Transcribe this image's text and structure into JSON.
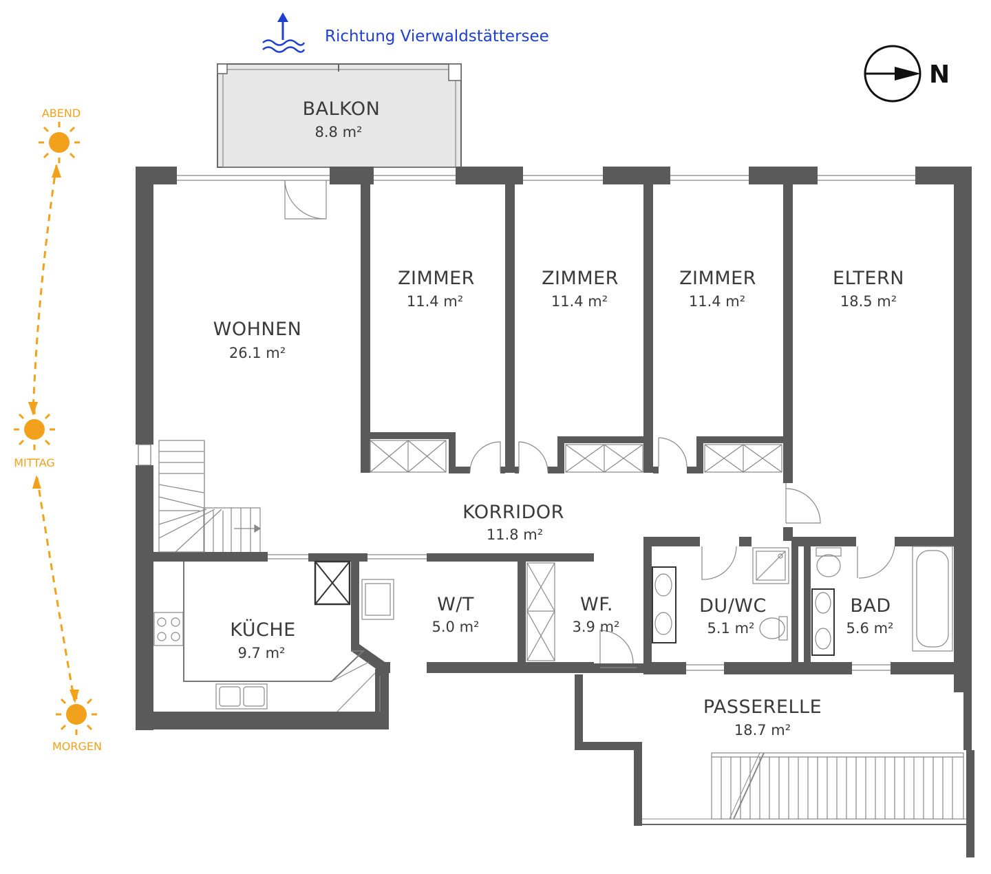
{
  "direction": {
    "label": "Richtung Vierwaldstättersee",
    "color": "#1f3fd1"
  },
  "compass": {
    "label": "N",
    "icon": "compass-arrow-icon"
  },
  "sun_path": {
    "color": "#f2a11c",
    "labels": {
      "evening": "ABEND",
      "noon": "MITTAG",
      "morning": "MORGEN"
    }
  },
  "rooms": {
    "balkon": {
      "name": "BALKON",
      "area": "8.8 m²"
    },
    "wohnen": {
      "name": "WOHNEN",
      "area": "26.1 m²"
    },
    "zimmer1": {
      "name": "ZIMMER",
      "area": "11.4 m²"
    },
    "zimmer2": {
      "name": "ZIMMER",
      "area": "11.4 m²"
    },
    "zimmer3": {
      "name": "ZIMMER",
      "area": "11.4 m²"
    },
    "eltern": {
      "name": "ELTERN",
      "area": "18.5 m²"
    },
    "korridor": {
      "name": "KORRIDOR",
      "area": "11.8 m²"
    },
    "kueche": {
      "name": "KÜCHE",
      "area": "9.7 m²"
    },
    "wt": {
      "name": "W/T",
      "area": "5.0 m²"
    },
    "wf": {
      "name": "WF.",
      "area": "3.9 m²"
    },
    "duwc": {
      "name": "DU/WC",
      "area": "5.1 m²"
    },
    "bad": {
      "name": "BAD",
      "area": "5.6 m²"
    },
    "passerelle": {
      "name": "PASSERELLE",
      "area": "18.7 m²"
    }
  }
}
